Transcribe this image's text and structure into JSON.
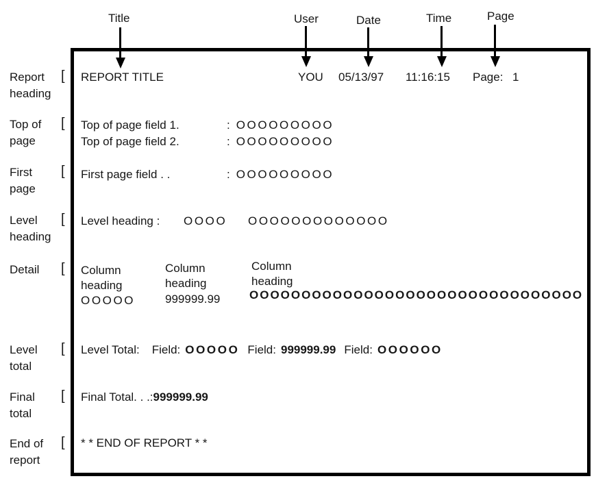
{
  "annotations": {
    "bracket": "[",
    "top": [
      {
        "label": "Title"
      },
      {
        "label": "User"
      },
      {
        "label": "Date"
      },
      {
        "label": "Time"
      },
      {
        "label": "Page"
      }
    ],
    "left": [
      {
        "line1": "Report",
        "line2": "heading"
      },
      {
        "line1": "Top of",
        "line2": "page"
      },
      {
        "line1": "First",
        "line2": "page"
      },
      {
        "line1": "Level",
        "line2": "heading"
      },
      {
        "line1": "Detail",
        "line2": ""
      },
      {
        "line1": "Level",
        "line2": "total"
      },
      {
        "line1": "Final",
        "line2": "total"
      },
      {
        "line1": "End of",
        "line2": "report"
      }
    ]
  },
  "report": {
    "header": {
      "title": "REPORT TITLE",
      "user": "YOU",
      "date": "05/13/97",
      "time": "11:16:15",
      "page_label": "Page:",
      "page_number": "1"
    },
    "top_of_page": [
      {
        "label": "Top of page field 1.",
        "sep": ":",
        "value": "OOOOOOOOO"
      },
      {
        "label": "Top of page field 2.",
        "sep": ":",
        "value": "OOOOOOOOO"
      }
    ],
    "first_page": {
      "label": "First page field . .",
      "sep": ":",
      "value": "OOOOOOOOO"
    },
    "level_heading": {
      "label": "Level heading :",
      "value1": "OOOO",
      "value2": "OOOOOOOOOOOOO"
    },
    "detail": {
      "columns": [
        {
          "heading_line1": "Column",
          "heading_line2": "heading",
          "value": "OOOOO"
        },
        {
          "heading_line1": "Column",
          "heading_line2": "heading",
          "value": "999999.99"
        },
        {
          "heading_line1": "Column",
          "heading_line2": "heading",
          "value": "OOOOOOOOOOOOOOOOOOOOOOOOOOOOOOOO"
        }
      ]
    },
    "level_total": {
      "label": "Level Total:",
      "fields": [
        {
          "label": "Field:",
          "value": "OOOOO"
        },
        {
          "label": "Field:",
          "value": "999999.99"
        },
        {
          "label": "Field:",
          "value": "OOOOOO"
        }
      ]
    },
    "final_total": {
      "label": "Final Total. . .:",
      "value": "999999.99"
    },
    "end_of_report": "* * END OF REPORT * *"
  }
}
